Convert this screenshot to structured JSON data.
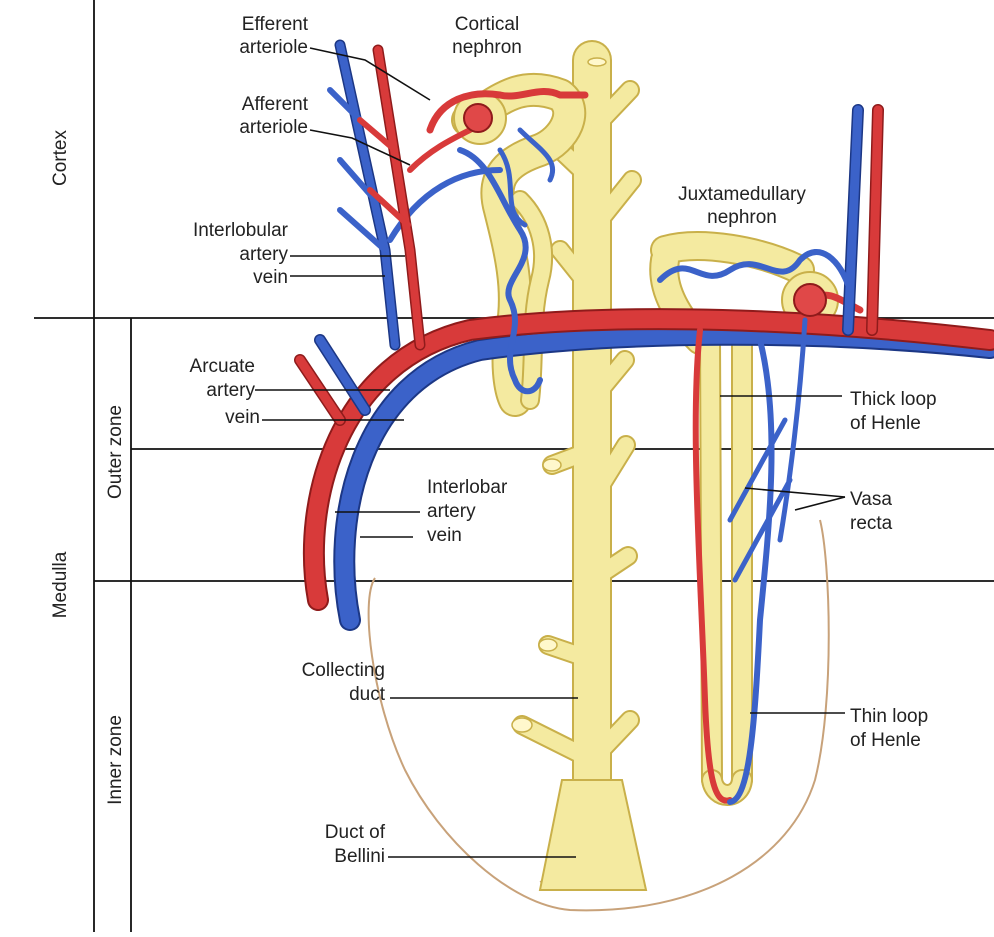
{
  "zones": {
    "cortex": "Cortex",
    "medulla": "Medulla",
    "outer_zone": "Outer zone",
    "inner_zone": "Inner zone"
  },
  "labels": {
    "efferent_1": "Efferent",
    "efferent_2": "arteriole",
    "cortical_1": "Cortical",
    "cortical_2": "nephron",
    "afferent_1": "Afferent",
    "afferent_2": "arteriole",
    "juxta_1": "Juxtamedullary",
    "juxta_2": "nephron",
    "interlobular_1": "Interlobular",
    "interlobular_2": "artery",
    "interlobular_3": "vein",
    "arcuate_1": "Arcuate",
    "arcuate_2": "artery",
    "arcuate_3": "vein",
    "thick_1": "Thick loop",
    "thick_2": "of Henle",
    "interlobar_1": "Interlobar",
    "interlobar_2": "artery",
    "interlobar_3": "vein",
    "vasa_1": "Vasa",
    "vasa_2": "recta",
    "collecting_1": "Collecting",
    "collecting_2": "duct",
    "thin_1": "Thin loop",
    "thin_2": "of Henle",
    "bellini_1": "Duct of",
    "bellini_2": "Bellini"
  },
  "colors": {
    "artery": "#d83a3a",
    "vein": "#3b62c9",
    "tubule": "#f4eaa0",
    "tubule_outline": "#c9b04a",
    "papilla_outline": "#c8a27a"
  }
}
